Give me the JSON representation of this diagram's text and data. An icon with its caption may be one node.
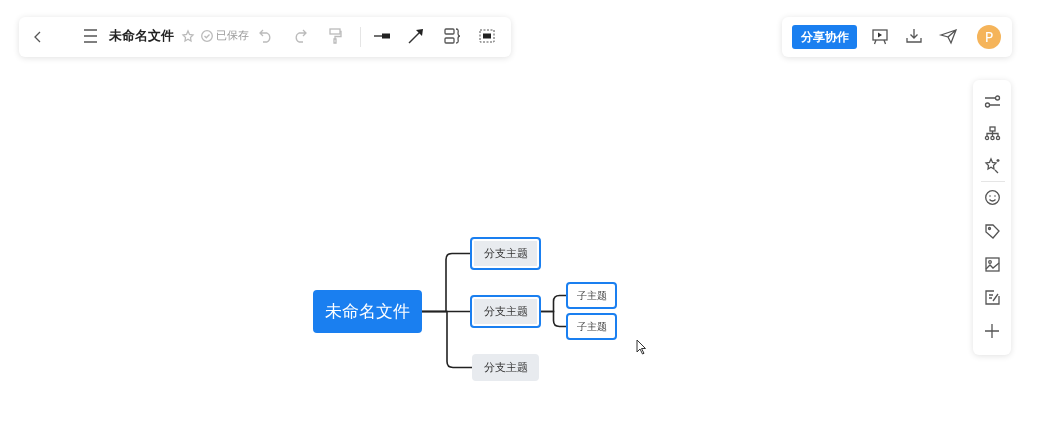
{
  "diagram": {
    "nodes": [
      {
        "text": [
          "未命名文件"
        ]
      },
      {
        "text": [
          "分支主题"
        ]
      },
      {
        "text": [
          "分支主题"
        ]
      },
      {
        "text": [
          "分支主题"
        ]
      },
      {
        "text": [
          "子主题"
        ]
      },
      {
        "text": [
          "子主题"
        ]
      }
    ],
    "edges": [
      {
        "from": 0,
        "to": 1,
        "arrow": "none"
      },
      {
        "from": 0,
        "to": 2,
        "arrow": "none"
      },
      {
        "from": 0,
        "to": 3,
        "arrow": "none"
      },
      {
        "from": 2,
        "to": 4,
        "arrow": "none"
      },
      {
        "from": 2,
        "to": 5,
        "arrow": "none"
      }
    ],
    "labels": [
      "未命名文件",
      "已保存",
      "分享协作",
      "P"
    ]
  }
}
